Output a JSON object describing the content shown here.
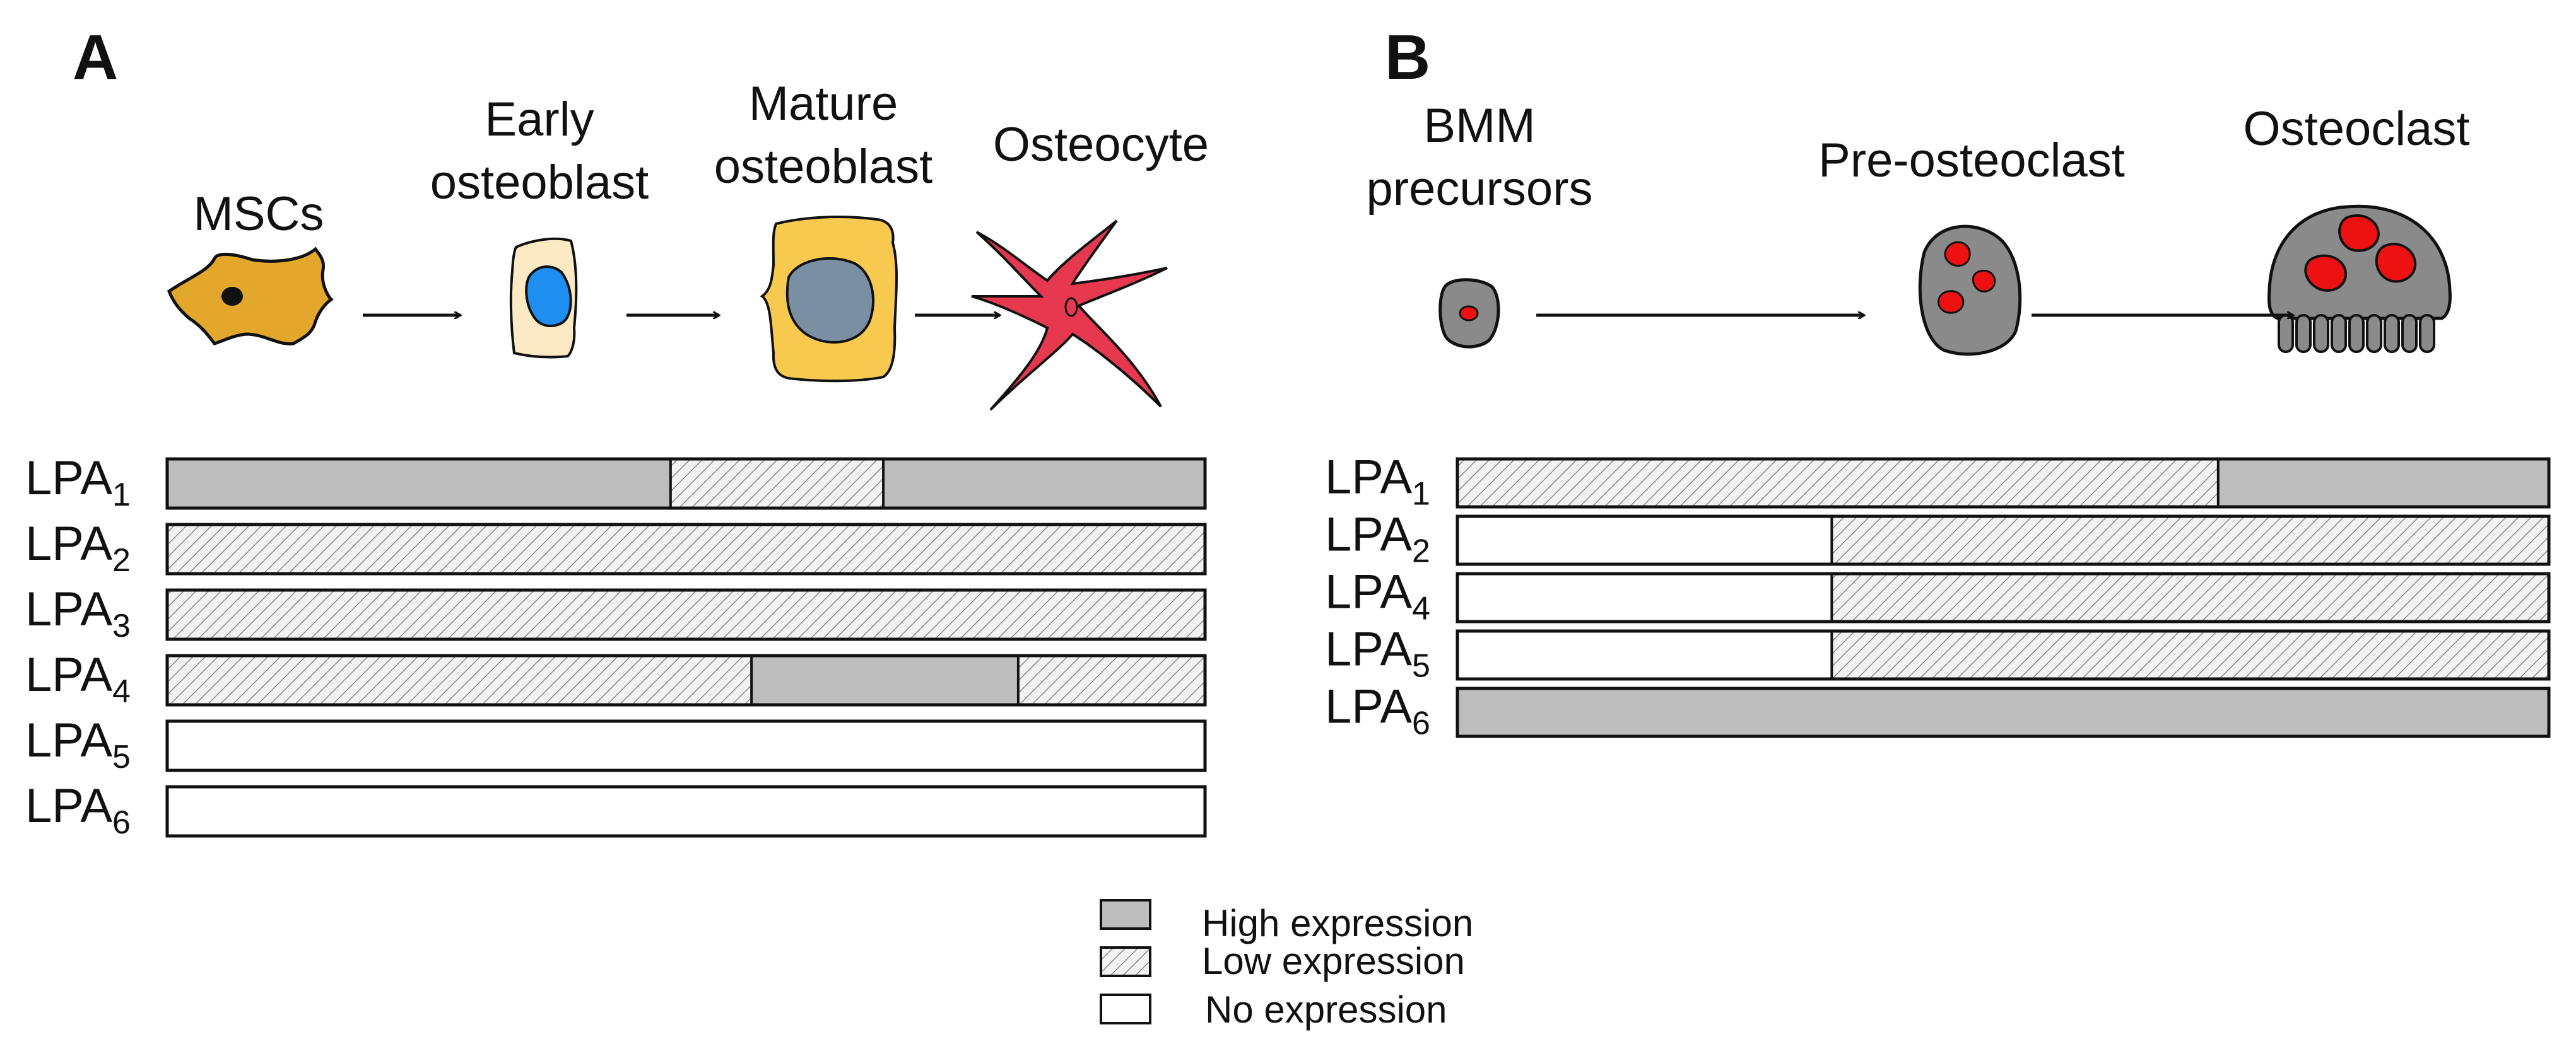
{
  "panels": [
    {
      "letter": "A",
      "stages": [
        {
          "label_lines": [
            "MSCs"
          ],
          "cell": "msc"
        },
        {
          "label_lines": [
            "Early",
            "osteoblast"
          ],
          "cell": "early-osteoblast"
        },
        {
          "label_lines": [
            "Mature",
            "osteoblast"
          ],
          "cell": "mature-osteoblast"
        },
        {
          "label_lines": [
            "Osteocyte"
          ],
          "cell": "osteocyte"
        }
      ],
      "rows": [
        {
          "base": "LPA",
          "sub": "1",
          "segments": [
            {
              "level": "high",
              "span": [
                0,
                0.485
              ]
            },
            {
              "level": "low",
              "span": [
                0.485,
                0.69
              ]
            },
            {
              "level": "high",
              "span": [
                0.69,
                1
              ]
            }
          ]
        },
        {
          "base": "LPA",
          "sub": "2",
          "segments": [
            {
              "level": "low",
              "span": [
                0,
                1
              ]
            }
          ]
        },
        {
          "base": "LPA",
          "sub": "3",
          "segments": [
            {
              "level": "low",
              "span": [
                0,
                1
              ]
            }
          ]
        },
        {
          "base": "LPA",
          "sub": "4",
          "segments": [
            {
              "level": "low",
              "span": [
                0,
                0.563
              ]
            },
            {
              "level": "high",
              "span": [
                0.563,
                0.82
              ]
            },
            {
              "level": "low",
              "span": [
                0.82,
                1
              ]
            }
          ]
        },
        {
          "base": "LPA",
          "sub": "5",
          "segments": [
            {
              "level": "none",
              "span": [
                0,
                1
              ]
            }
          ]
        },
        {
          "base": "LPA",
          "sub": "6",
          "segments": [
            {
              "level": "none",
              "span": [
                0,
                1
              ]
            }
          ]
        }
      ]
    },
    {
      "letter": "B",
      "stages": [
        {
          "label_lines": [
            "BMM",
            "precursors"
          ],
          "cell": "bmm"
        },
        {
          "label_lines": [
            "Pre-osteoclast"
          ],
          "cell": "pre-osteoclast"
        },
        {
          "label_lines": [
            "Osteoclast"
          ],
          "cell": "osteoclast"
        }
      ],
      "rows": [
        {
          "base": "LPA",
          "sub": "1",
          "segments": [
            {
              "level": "low",
              "span": [
                0,
                0.697
              ]
            },
            {
              "level": "high",
              "span": [
                0.697,
                1
              ]
            }
          ]
        },
        {
          "base": "LPA",
          "sub": "2",
          "segments": [
            {
              "level": "none",
              "span": [
                0,
                0.343
              ]
            },
            {
              "level": "low",
              "span": [
                0.343,
                1
              ]
            }
          ]
        },
        {
          "base": "LPA",
          "sub": "4",
          "segments": [
            {
              "level": "none",
              "span": [
                0,
                0.343
              ]
            },
            {
              "level": "low",
              "span": [
                0.343,
                1
              ]
            }
          ]
        },
        {
          "base": "LPA",
          "sub": "5",
          "segments": [
            {
              "level": "none",
              "span": [
                0,
                0.343
              ]
            },
            {
              "level": "low",
              "span": [
                0.343,
                1
              ]
            }
          ]
        },
        {
          "base": "LPA",
          "sub": "6",
          "segments": [
            {
              "level": "high",
              "span": [
                0,
                1
              ]
            }
          ]
        }
      ]
    }
  ],
  "legend": [
    {
      "level": "high",
      "label": "High expression"
    },
    {
      "level": "low",
      "label": "Low expression"
    },
    {
      "level": "none",
      "label": "No expression"
    }
  ],
  "colors": {
    "high": "#bdbdbd",
    "low_bg": "#f2f2f2",
    "low_hatch": "#8a8a8a",
    "none": "#ffffff",
    "outline": "#111111",
    "msc": "#e3a72b",
    "early_cyto": "#fbe9c4",
    "early_nucleus": "#1e8ef0",
    "mature_cyto": "#f7c94f",
    "mature_nucleus": "#7b8fa3",
    "osteocyte": "#e63950",
    "osteoclast_gray": "#8a8a8a",
    "osteoclast_nucleus": "#ee1111"
  }
}
